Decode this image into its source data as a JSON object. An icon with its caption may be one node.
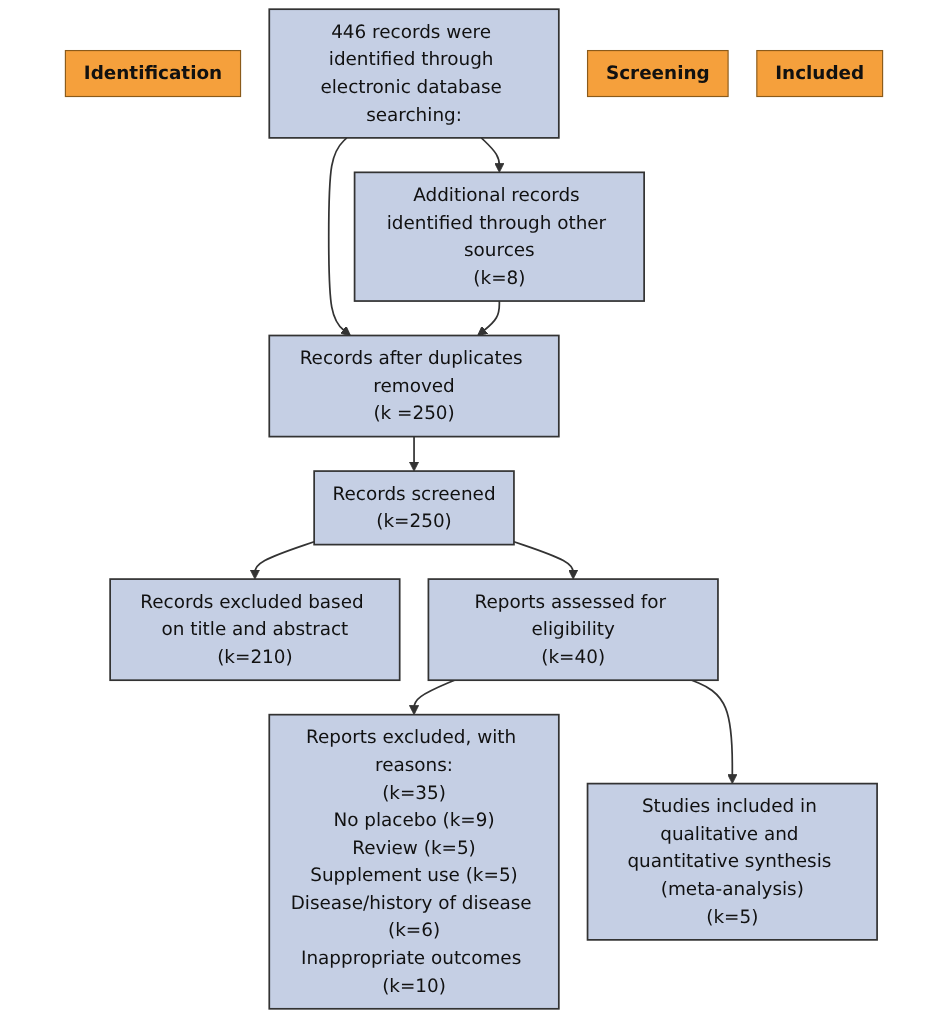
{
  "diagram": {
    "nodes": [
      {
        "text": [
          "Identification"
        ]
      },
      {
        "text": [
          "446 records were identified through electronic database searching:"
        ]
      },
      {
        "text": [
          "Additional records identified through other sources",
          "(k=8)"
        ]
      },
      {
        "text": [
          "Screening"
        ]
      },
      {
        "text": [
          "Records after duplicates removed",
          "(k =250)"
        ]
      },
      {
        "text": [
          "Records screened",
          "(k=250)"
        ]
      },
      {
        "text": [
          "Records excluded based on title and abstract",
          "(k=210)"
        ]
      },
      {
        "text": [
          "Reports assessed for eligibility",
          "(k=40)"
        ]
      },
      {
        "text": [
          "Reports excluded, with reasons:",
          "(k=35)",
          "No placebo (k=9)",
          "Review (k=5)",
          "Supplement use (k=5)",
          "Disease/history of disease (k=6)",
          "Inappropriate outcomes (k=10)"
        ]
      },
      {
        "text": [
          "Included"
        ]
      },
      {
        "text": [
          "Studies included in qualitative and quantitative synthesis (meta-analysis)",
          "(k=5)"
        ]
      }
    ],
    "edges": [
      {
        "from": 1,
        "to": 2,
        "arrow": "to"
      },
      {
        "from": 1,
        "to": 4,
        "arrow": "to"
      },
      {
        "from": 2,
        "to": 4,
        "arrow": "to"
      },
      {
        "from": 4,
        "to": 5,
        "arrow": "to"
      },
      {
        "from": 5,
        "to": 6,
        "arrow": "to"
      },
      {
        "from": 5,
        "to": 7,
        "arrow": "to"
      },
      {
        "from": 7,
        "to": 8,
        "arrow": "to"
      },
      {
        "from": 7,
        "to": 10,
        "arrow": "to"
      }
    ]
  }
}
